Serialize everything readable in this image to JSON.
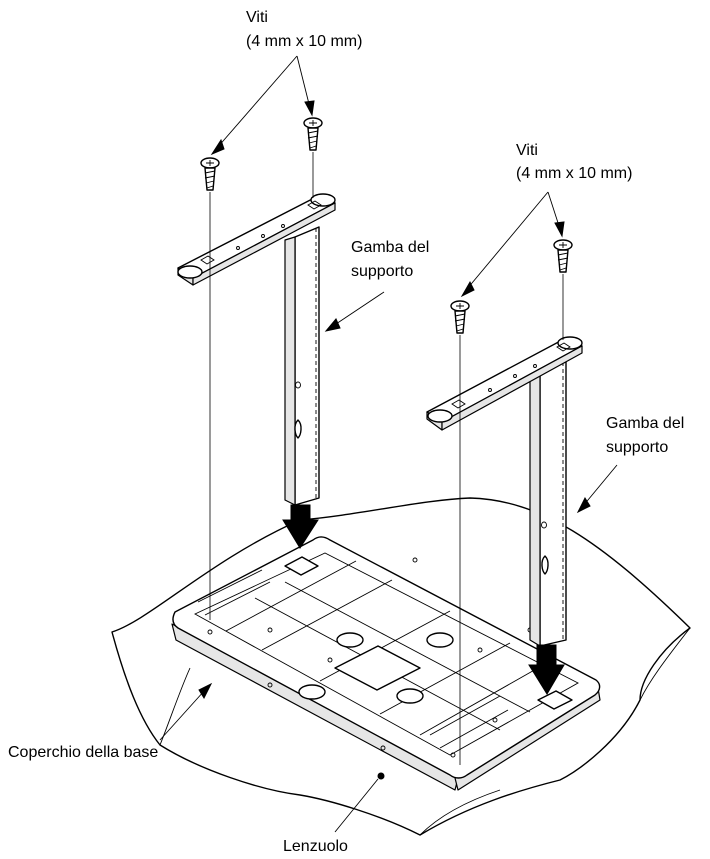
{
  "labels": {
    "screws_left_title": "Viti",
    "screws_left_size": "(4 mm x 10 mm)",
    "screws_right_title": "Viti",
    "screws_right_size": "(4 mm x 10 mm)",
    "leg_left_line1": "Gamba del",
    "leg_left_line2": "supporto",
    "leg_right_line1": "Gamba del",
    "leg_right_line2": "supporto",
    "base_cover": "Coperchio della base",
    "sheet": "Lenzuolo"
  }
}
